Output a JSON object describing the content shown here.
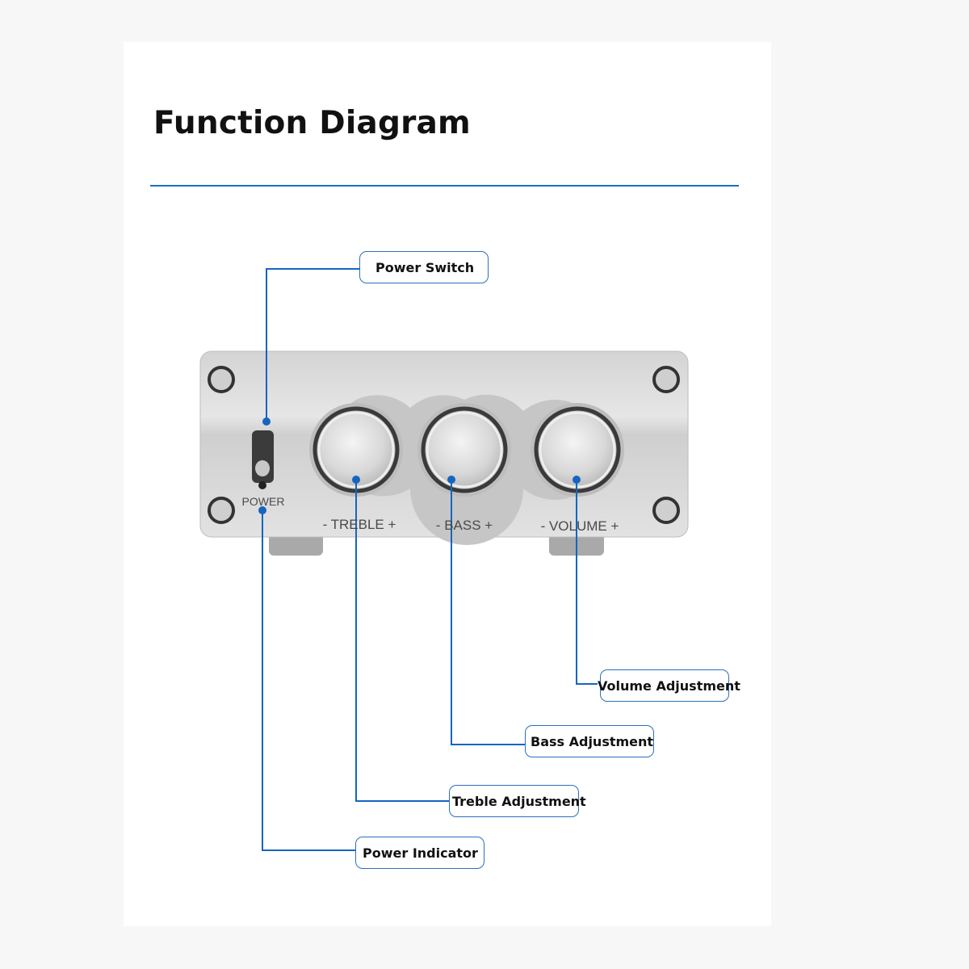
{
  "title": "Function Diagram",
  "device": {
    "power_label": "POWER",
    "treble_label": "- TREBLE +",
    "bass_label": "- BASS +",
    "volume_label": "- VOLUME +"
  },
  "callouts": {
    "power_switch": "Power Switch",
    "volume_adjustment": "Volume Adjustment",
    "bass_adjustment": "Bass Adjustment",
    "treble_adjustment": "Treble Adjustment",
    "power_indicator": "Power Indicator"
  },
  "colors": {
    "accent": "#1a6fc4",
    "panel": "#d9d9d9"
  }
}
